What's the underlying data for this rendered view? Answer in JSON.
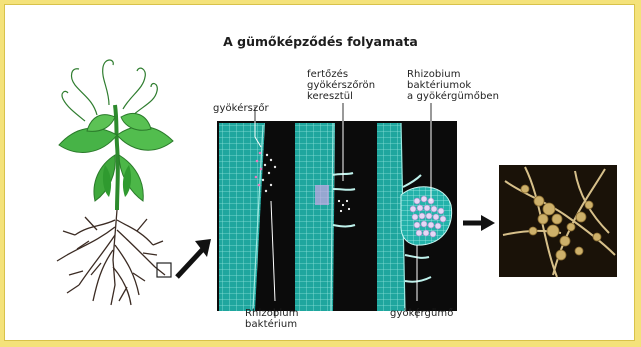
{
  "title": "A gümőképződés folyamata",
  "labels": {
    "root_hair": "gyökérszőr",
    "infection": "fertőzés\ngyökérszőrön\nkeresztül",
    "rhizobium_in_nodule": "Rhizobium\nbaktériumok\na gyökérgümőben",
    "rhizobium_bacterium": "Rhizobium\nbaktérium",
    "root_nodule": "gyökérgümő"
  },
  "colors": {
    "background": "#f4e27a",
    "panel": "#ffffff",
    "micrograph_bg": "#0b0b0b",
    "root_tissue": "#2ab5ad",
    "plant_green": "#3aa83a",
    "nodule_photo_bg": "#1a1208"
  },
  "icons": [
    "plant-illustration",
    "arrow-right-icon",
    "zoom-box-icon",
    "root-nodule-photo"
  ]
}
